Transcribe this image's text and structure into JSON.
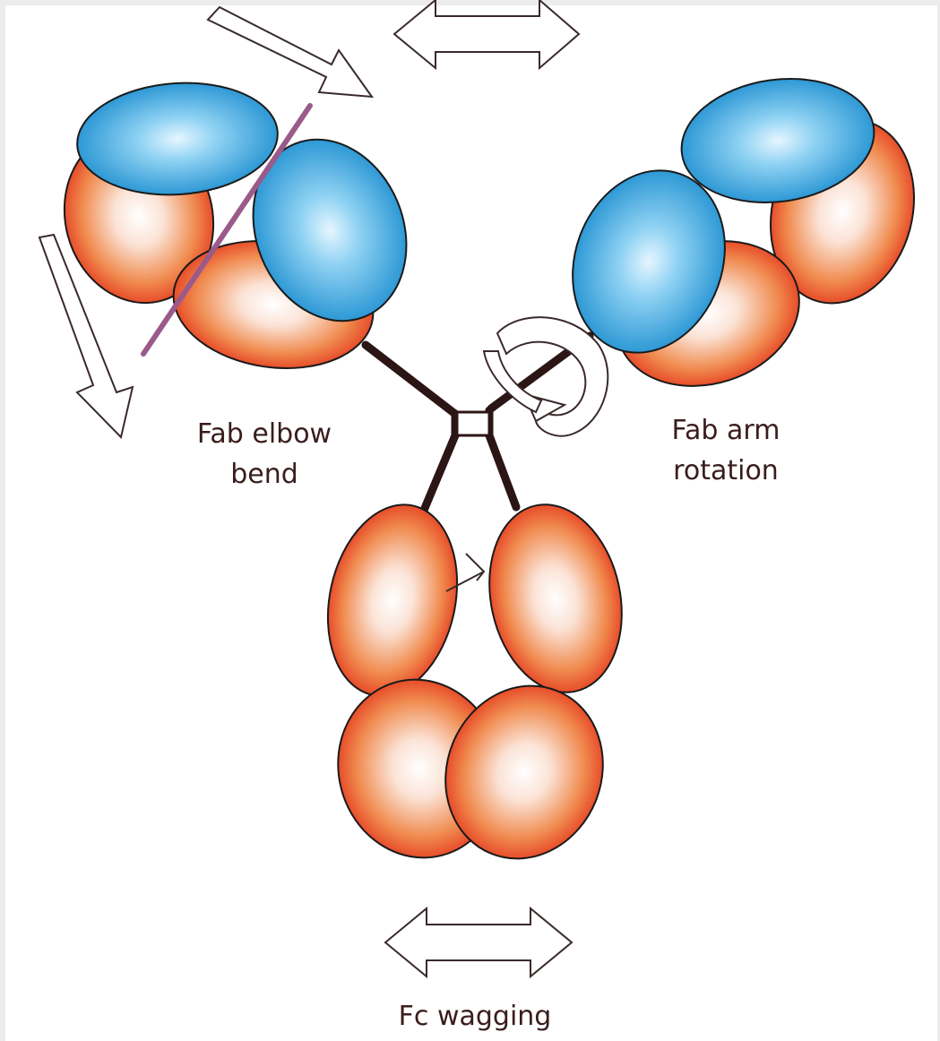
{
  "labels": {
    "fab_elbow_line1": "Fab elbow",
    "fab_elbow_line2": "bend",
    "fab_arm_line1": "Fab arm",
    "fab_arm_line2": "rotation",
    "fc_wagging": "Fc wagging"
  },
  "colors": {
    "heavy_chain_domain": "#e8441a",
    "light_chain_domain": "#2a9fd8",
    "hinge": "#2b1515",
    "elbow_axis": "#9a5a8a",
    "arrow_outline": "#3a2a2a",
    "background": "#ffffff"
  }
}
